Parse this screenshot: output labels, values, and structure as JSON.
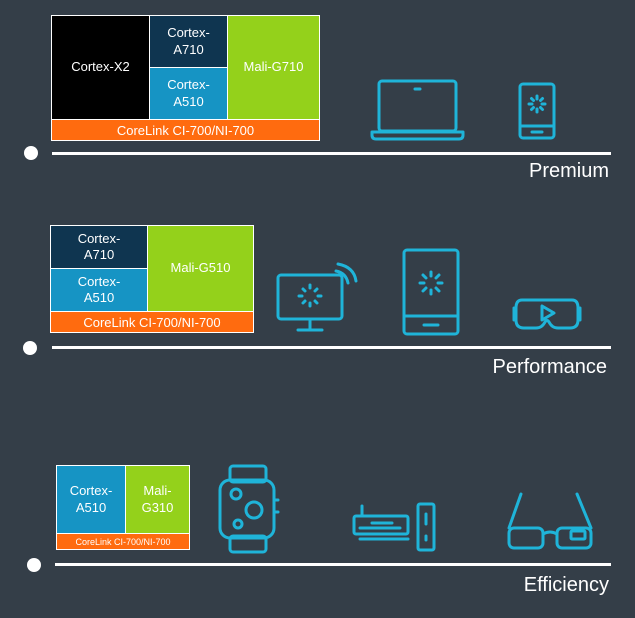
{
  "colors": {
    "background": "#343e48",
    "big_core": "#000000",
    "mid_core": "#0f3550",
    "little_core": "#1694c4",
    "gpu": "#94d11b",
    "interconnect": "#ff6b0f",
    "icon_stroke": "#1fb4d9",
    "line": "#ffffff"
  },
  "tiers": {
    "premium": {
      "label": "Premium",
      "blocks": {
        "big": "Cortex-X2",
        "mid": "Cortex-\nA710",
        "little": "Cortex-\nA510",
        "gpu": "Mali-G710"
      },
      "interconnect": "CoreLink CI-700/NI-700",
      "icons": [
        "laptop-icon",
        "smartphone-icon"
      ]
    },
    "performance": {
      "label": "Performance",
      "blocks": {
        "mid": "Cortex-\nA710",
        "little": "Cortex-\nA510",
        "gpu": "Mali-G510"
      },
      "interconnect": "CoreLink CI-700/NI-700",
      "icons": [
        "smart-tv-icon",
        "tablet-icon",
        "vr-headset-icon"
      ]
    },
    "efficiency": {
      "label": "Efficiency",
      "blocks": {
        "little": "Cortex-\nA510",
        "gpu": "Mali-\nG310"
      },
      "interconnect": "CoreLink CI-700/NI-700",
      "icons": [
        "smartwatch-icon",
        "set-top-box-icon",
        "smart-glasses-icon"
      ]
    }
  }
}
